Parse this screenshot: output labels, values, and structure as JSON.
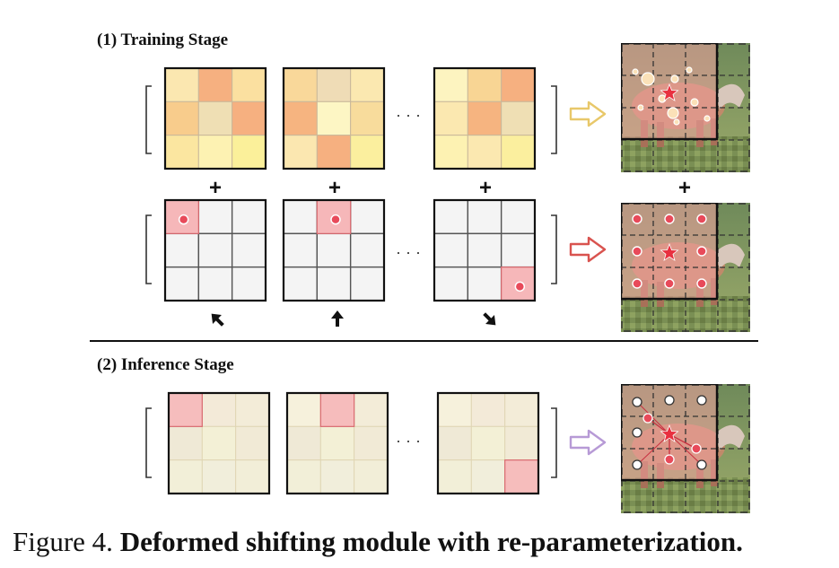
{
  "stages": {
    "training_label": "(1) Training Stage",
    "inference_label": "(2) Inference Stage"
  },
  "caption": {
    "prefix": "Figure 4.",
    "title": "Deformed shifting module with re-parameterization."
  },
  "symbols": {
    "ellipsis": "· · ·",
    "plus": "+"
  },
  "icons": {
    "training_arrow": "open-right-arrow-icon",
    "shift_arrows": [
      "arrow-up-left-icon",
      "arrow-up-icon",
      "arrow-down-right-icon"
    ],
    "center": "star-icon"
  },
  "colors": {
    "arrow_yellow": "#e8c86a",
    "arrow_red": "#d9534f",
    "arrow_purple": "#b79ad6",
    "highlight_red": "#f6b7b9",
    "dot_red": "#e84a5a",
    "star_red": "#e8303f",
    "grid_line": "#555555",
    "kernel_yellow": "#fde9a8",
    "kernel_orange": "#f7b482",
    "kernel_cream": "#fff8c0"
  },
  "kernels": {
    "training_rows": [
      [
        "#fbe7b0",
        "#f6b080",
        "#fbe0a0",
        "#f8cc8c",
        "#efdfb4",
        "#f6b080",
        "#fbe6a0",
        "#fdf2b2",
        "#fbf09a"
      ],
      [
        "#f9d89a",
        "#efdcb6",
        "#fbe8b0",
        "#f6b480",
        "#fdf6c4",
        "#f8dc9c",
        "#fbe7b0",
        "#f6b080",
        "#fbef9e"
      ],
      [
        "#fdf4c0",
        "#f8d594",
        "#f6b080",
        "#fbe8b0",
        "#f6b480",
        "#efdfb4",
        "#fdf2b2",
        "#fbe8b0",
        "#fbef9e"
      ]
    ],
    "shift_highlight": [
      0,
      1,
      8
    ],
    "inference_highlight": [
      0,
      1,
      8
    ]
  }
}
